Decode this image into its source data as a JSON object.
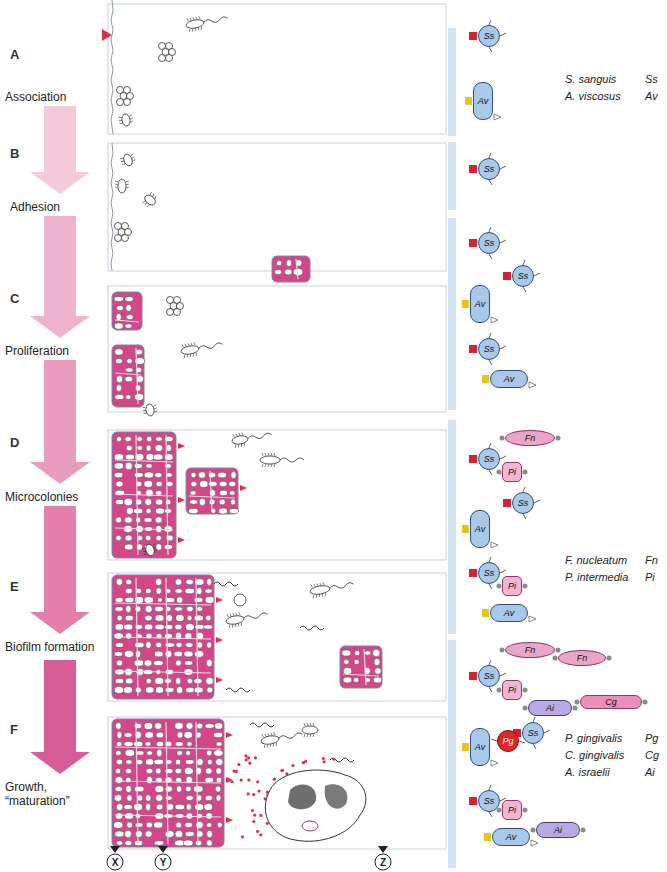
{
  "diagram": {
    "nodes": [
      {
        "text": [
          "Ss"
        ]
      },
      {
        "text": [
          "Av"
        ]
      },
      {
        "text": [
          "Ss"
        ]
      },
      {
        "text": [
          "Ss"
        ]
      },
      {
        "text": [
          "Ss"
        ]
      },
      {
        "text": [
          "Av"
        ]
      },
      {
        "text": [
          "Ss"
        ]
      },
      {
        "text": [
          "Av"
        ]
      },
      {
        "text": [
          "Ss"
        ]
      },
      {
        "text": [
          "Pi"
        ]
      },
      {
        "text": [
          "Fn"
        ]
      },
      {
        "text": [
          "Ss"
        ]
      },
      {
        "text": [
          "Av"
        ]
      },
      {
        "text": [
          "Ss"
        ]
      },
      {
        "text": [
          "Pi"
        ]
      },
      {
        "text": [
          "Av"
        ]
      },
      {
        "text": [
          "Ss"
        ]
      },
      {
        "text": [
          "Fn"
        ]
      },
      {
        "text": [
          "Pi"
        ]
      },
      {
        "text": [
          "Fn"
        ]
      },
      {
        "text": [
          "Ai"
        ]
      },
      {
        "text": [
          "Cg"
        ]
      },
      {
        "text": [
          "Av"
        ]
      },
      {
        "text": [
          "Pg"
        ]
      },
      {
        "text": [
          "Ss"
        ]
      },
      {
        "text": [
          "Ss"
        ]
      },
      {
        "text": [
          "Pi"
        ]
      },
      {
        "text": [
          "Av"
        ]
      },
      {
        "text": [
          "Ai"
        ]
      }
    ],
    "labels": [
      "A",
      "Association",
      "B",
      "Adhesion",
      "C",
      "Proliferation",
      "D",
      "Microcolonies",
      "E",
      "Biofilm formation",
      "F",
      "Growth, “maturation”",
      "S. sanguis",
      "Ss",
      "A. viscosus",
      "Av",
      "F. nucleatum",
      "Fn",
      "P. intermedia",
      "Pi",
      "P. gingivalis",
      "Pg",
      "C. gingivalis",
      "Cg",
      "A. israelii",
      "Ai",
      "X",
      "Y",
      "Z"
    ]
  }
}
